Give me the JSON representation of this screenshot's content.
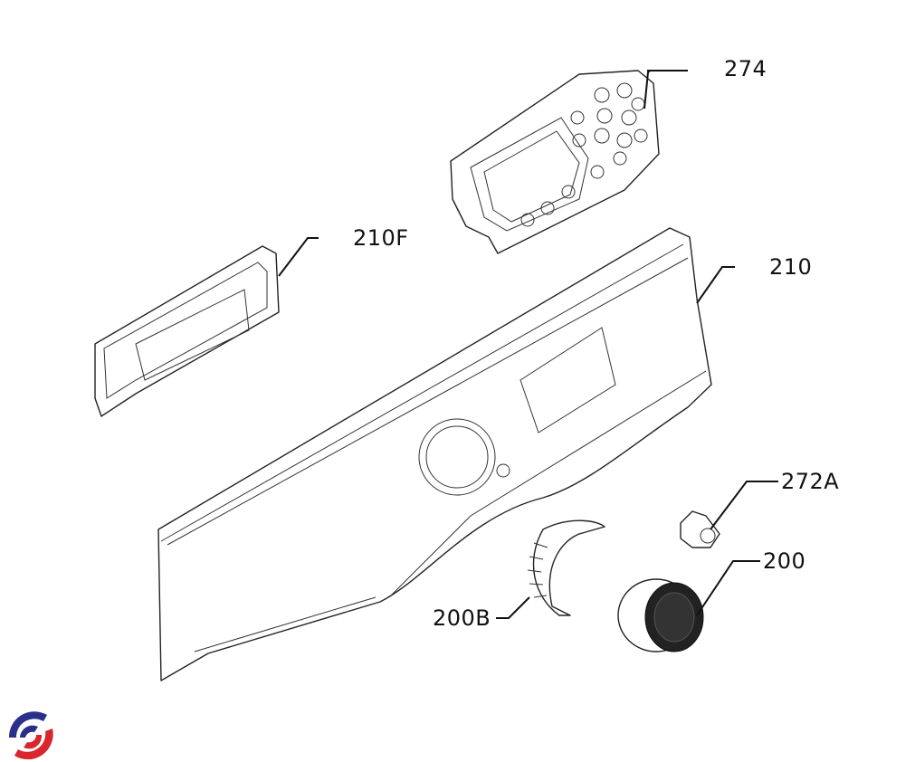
{
  "diagram": {
    "type": "exploded parts diagram",
    "callouts": [
      {
        "id": "274",
        "label": "274",
        "part": "control-board"
      },
      {
        "id": "210F",
        "label": "210F",
        "part": "control-panel-insert"
      },
      {
        "id": "210",
        "label": "210",
        "part": "control-panel"
      },
      {
        "id": "272A",
        "label": "272A",
        "part": "switch"
      },
      {
        "id": "200",
        "label": "200",
        "part": "knob"
      },
      {
        "id": "200B",
        "label": "200B",
        "part": "knob-ring"
      }
    ]
  },
  "logo": {
    "name": "brand-logo",
    "colors": {
      "blue": "#2a2f8c",
      "red": "#d8262c"
    }
  }
}
